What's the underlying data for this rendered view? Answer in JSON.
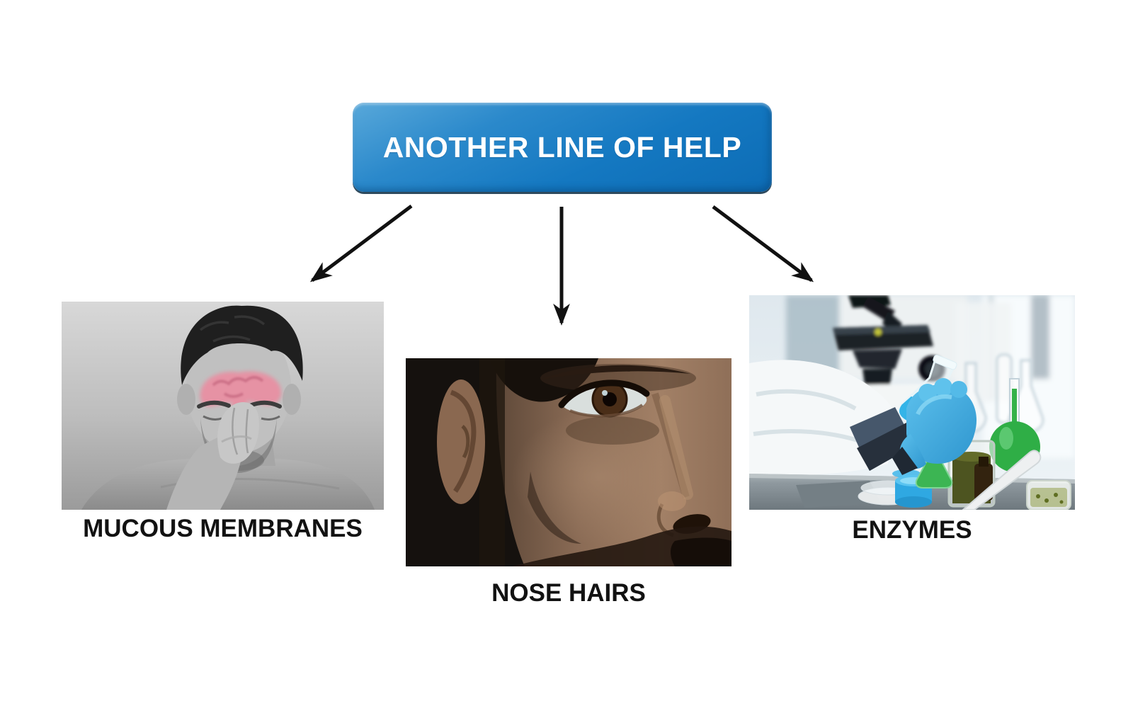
{
  "title": "Another line of help diagram",
  "header": {
    "label": "ANOTHER LINE OF HELP",
    "shape": "rounded-rectangle",
    "fill_light": "#58a8da",
    "fill_dark": "#0d6cb5",
    "text_color": "#ffffff"
  },
  "items": [
    {
      "id": "mucous-membranes",
      "label": "MUCOUS MEMBRANES",
      "description": "Grayscale photo of a man pinching the bridge of his nose, sinus area on the forehead highlighted in pink"
    },
    {
      "id": "nose-hairs",
      "label": "NOSE HAIRS",
      "description": "Dark close-up photo of a man's face showing ear, eye, nose and beard stubble"
    },
    {
      "id": "enzymes",
      "label": "ENZYMES",
      "description": "Laboratory scene with a microscope and a blue-gloved hand holding a flask of blue liquid beside green chemical glassware"
    }
  ],
  "connections": [
    {
      "from": "header",
      "to": "mucous-membranes",
      "style": "straight-arrow"
    },
    {
      "from": "header",
      "to": "nose-hairs",
      "style": "straight-arrow"
    },
    {
      "from": "header",
      "to": "enzymes",
      "style": "straight-arrow"
    }
  ],
  "colors": {
    "background": "#ffffff",
    "arrow": "#111111",
    "caption_text": "#121212",
    "sinus_highlight_pink": "#e88fa2",
    "glove_blue": "#3aa9de",
    "chemical_green": "#2fae46",
    "liquid_blue": "#33b4e8"
  }
}
